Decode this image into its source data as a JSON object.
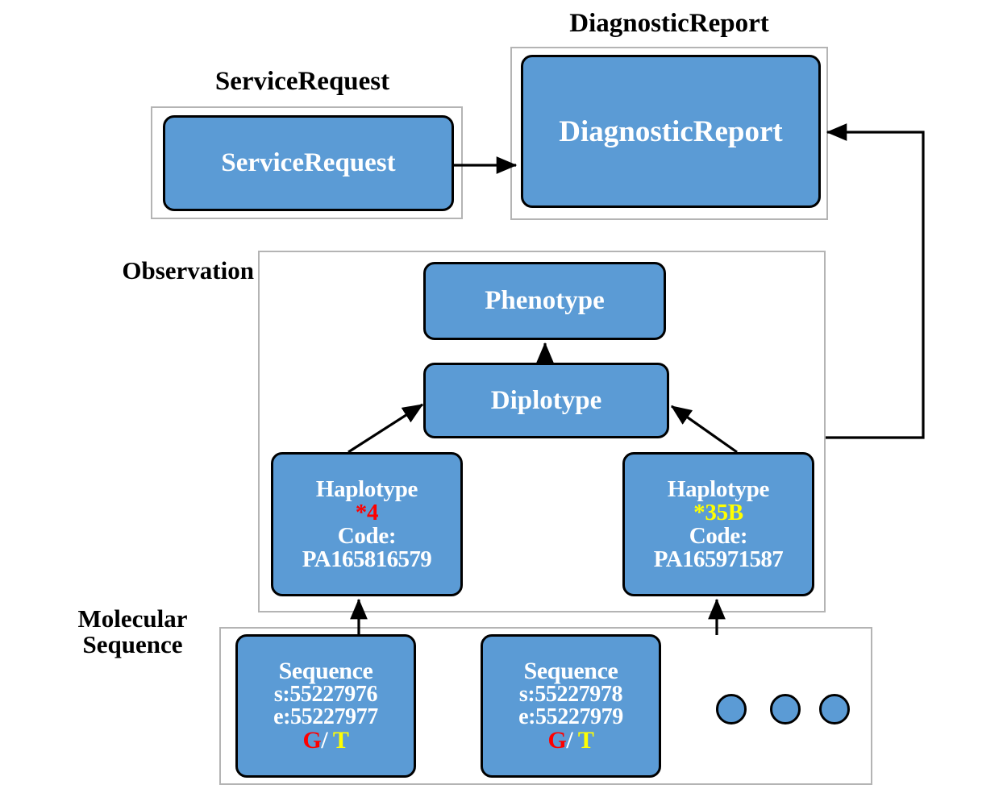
{
  "diagram": {
    "type": "fhir-genomics-resource-diagram",
    "groups": [
      {
        "id": "service-request",
        "label": "ServiceRequest"
      },
      {
        "id": "diagnostic-report",
        "label": "DiagnosticReport"
      },
      {
        "id": "observation",
        "label": "Observation"
      },
      {
        "id": "molecular-sequence",
        "label": "Molecular\nSequence"
      }
    ],
    "nodes": {
      "service_request": {
        "title": "ServiceRequest"
      },
      "diagnostic_report": {
        "title": "DiagnosticReport"
      },
      "phenotype": {
        "title": "Phenotype"
      },
      "diplotype": {
        "title": "Diplotype"
      },
      "haplotype_left": {
        "title": "Haplotype",
        "allele": "*4",
        "allele_color": "#FF0000",
        "code_label": "Code:",
        "code_value": "PA165816579"
      },
      "haplotype_right": {
        "title": "Haplotype",
        "allele": "*35B",
        "allele_color": "#FFFF00",
        "code_label": "Code:",
        "code_value": "PA165971587"
      },
      "sequence_left": {
        "title": "Sequence",
        "start": "s:55227976",
        "end": "e:55227977",
        "ref_base": "G",
        "separator": "/",
        "alt_base": "T"
      },
      "sequence_right": {
        "title": "Sequence",
        "start": "s:55227978",
        "end": "e:55227979",
        "ref_base": "G",
        "separator": "/",
        "alt_base": "T"
      },
      "more_sequences": {
        "name": "ellipsis-dots",
        "count": 3
      }
    },
    "edges": [
      {
        "from": "service_request",
        "to": "diagnostic_report",
        "style": "straight-arrow"
      },
      {
        "from": "observation_group",
        "to": "diagnostic_report",
        "style": "elbow-arrow"
      },
      {
        "from": "diplotype",
        "to": "phenotype",
        "style": "straight-arrow"
      },
      {
        "from": "haplotype_left",
        "to": "diplotype",
        "style": "diagonal-arrow"
      },
      {
        "from": "haplotype_right",
        "to": "diplotype",
        "style": "diagonal-arrow"
      },
      {
        "from": "sequence_left",
        "to": "haplotype_left",
        "style": "straight-arrow"
      },
      {
        "from": "sequence_right",
        "to": "haplotype_right",
        "style": "straight-arrow"
      }
    ],
    "colors": {
      "node_fill": "#5B9BD5",
      "node_stroke": "#000000",
      "node_text": "#ffffff",
      "panel_stroke": "#b4b4b4",
      "background": "#ffffff",
      "red_allele": "#FF0000",
      "yellow_allele": "#FFFF00"
    }
  }
}
